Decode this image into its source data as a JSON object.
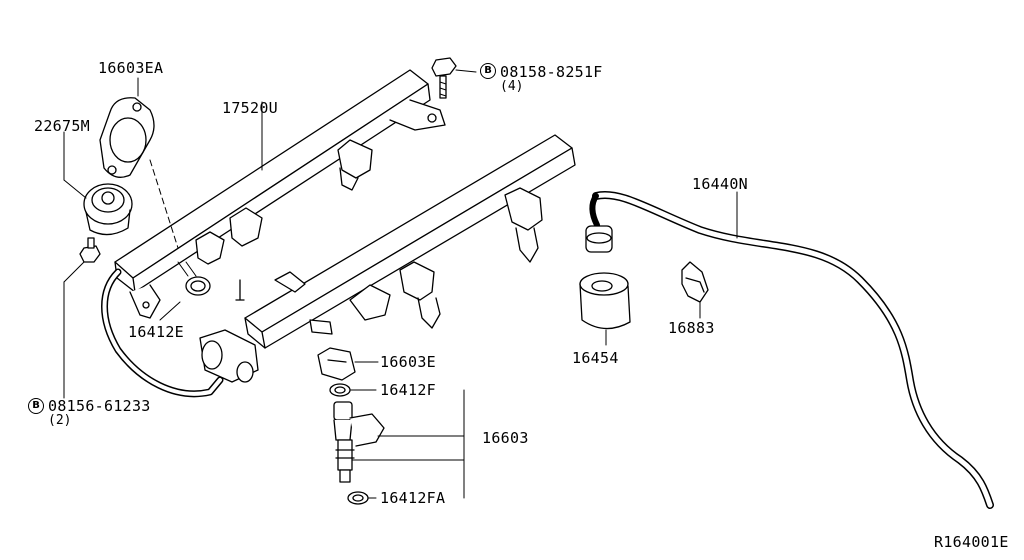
{
  "figure_code": "R164001E",
  "bolt_marker": "B",
  "parts": {
    "fuel_rail": "17520U",
    "pressure_regulator_gasket": "16603EA",
    "pressure_damper": "22675M",
    "o_ring_rail": "16412E",
    "bolt_rail": "08158-8251F",
    "bolt_rail_qty": "(4)",
    "bolt_damper": "08156-61233",
    "bolt_damper_qty": "(2)",
    "injector_clip": "16603E",
    "upper_o_ring": "16412F",
    "injector_assembly": "16603",
    "lower_o_ring": "16412FA",
    "fuel_hose": "16440N",
    "protector": "16454",
    "hose_clamp": "16883"
  },
  "colors": {
    "line": "#000000",
    "background": "#ffffff"
  }
}
